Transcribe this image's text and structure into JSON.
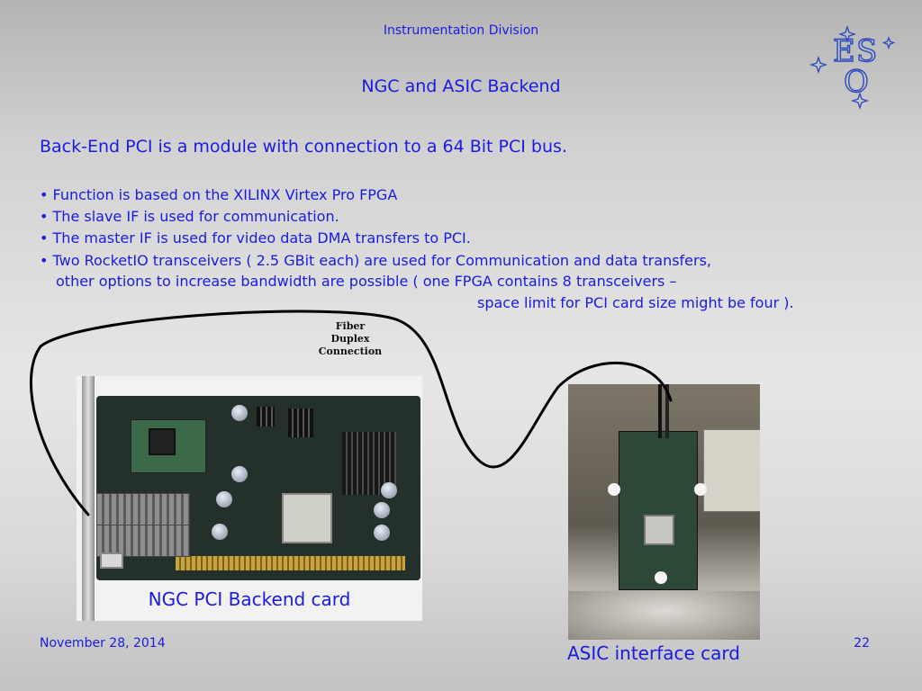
{
  "slide": {
    "header": "Instrumentation Division",
    "title": "NGC and ASIC   Backend",
    "intro": "Back-End PCI is a module with connection to a 64 Bit PCI bus.",
    "bullets": [
      "• Function is based on the XILINX Virtex Pro FPGA",
      "• The slave IF is used for communication.",
      "• The master IF is used for video data DMA transfers to PCI.",
      "• Two RocketIO transceivers ( 2.5 GBit each) are used for Communication and data transfers,"
    ],
    "bullet4_continuation_1": "other options to increase bandwidth are possible ( one FPGA contains 8 transceivers –",
    "bullet4_continuation_2": "space limit for PCI card size might be four ).",
    "fiber_label": [
      "Fiber",
      "Duplex",
      "Connection"
    ],
    "pci_caption": "NGC PCI Backend card",
    "asic_caption": "ASIC interface card",
    "date": "November 28, 2014",
    "page_number": "22",
    "logo_letters": "ESO"
  },
  "colors": {
    "text_blue": "#1a1ae0",
    "logo_blue": "#2a4ac0",
    "cable": "#000000"
  }
}
